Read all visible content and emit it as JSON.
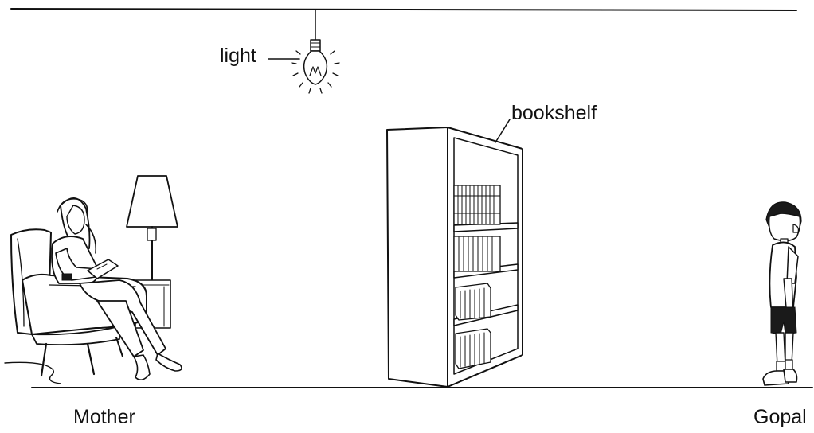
{
  "labels": {
    "light": "light",
    "bookshelf": "bookshelf",
    "mother": "Mother",
    "gopal": "Gopal"
  },
  "colors": {
    "ink": "#111111",
    "background": "#ffffff"
  }
}
